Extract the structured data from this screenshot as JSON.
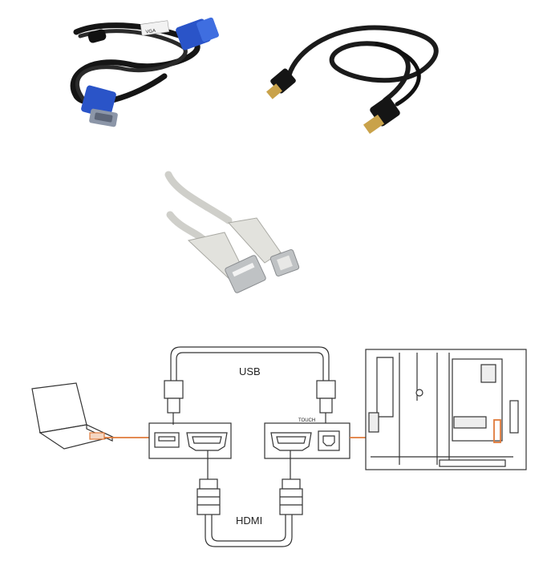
{
  "photos": {
    "vga_cable": {
      "label_text": "VGA",
      "connector_color": "#2a54c8"
    },
    "hdmi_cable": {
      "cable_color": "#1b1b1b"
    },
    "usb_cable": {
      "cable_color": "#d8d8d3"
    }
  },
  "diagram": {
    "usb_label": "USB",
    "hdmi_label": "HDMI",
    "touch_label": "TOUCH",
    "link_color": "#e07a3a",
    "line_color": "#333333"
  }
}
